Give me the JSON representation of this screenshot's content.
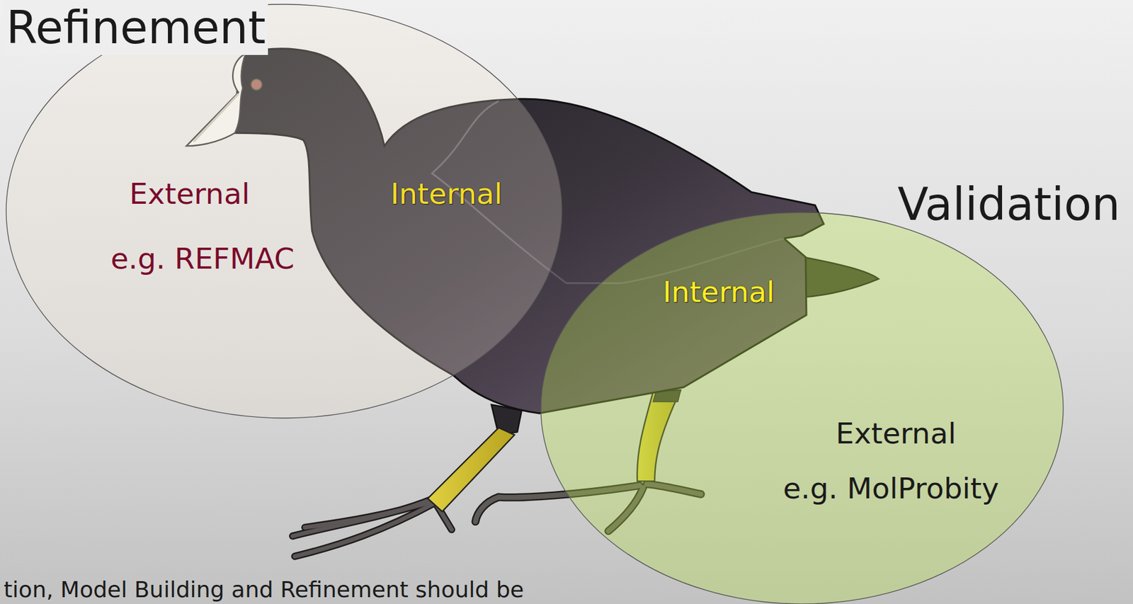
{
  "diagram": {
    "nodes": [
      {
        "text": [
          "Refinement",
          "External",
          "e.g. REFMAC",
          "Internal"
        ]
      },
      {
        "text": [
          "Validation",
          "Internal",
          "External",
          "e.g. MolProbity"
        ]
      }
    ],
    "labels": [
      "tion, Model Building and Refinement should be"
    ]
  }
}
